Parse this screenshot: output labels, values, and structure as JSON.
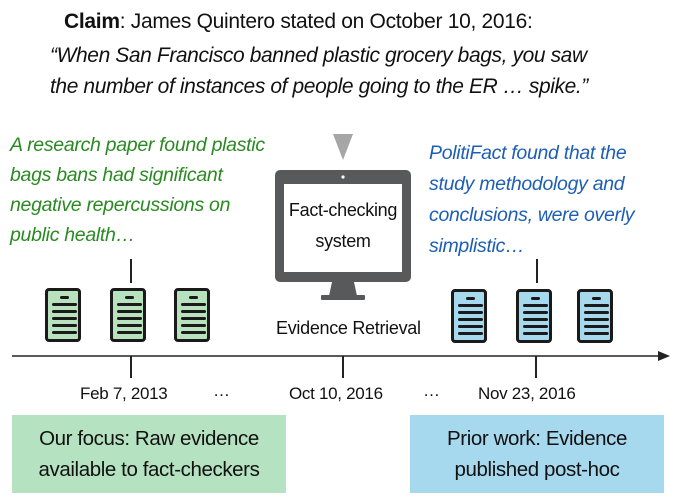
{
  "claim": {
    "label": "Claim",
    "intro": ": James Quintero stated on October 10, 2016:",
    "quote_line1": "“When San Francisco banned plastic grocery bags, you saw",
    "quote_line2": "the number of instances of people going to the ER … spike.”"
  },
  "left_annotation": {
    "lines": [
      "A research paper found plastic",
      "bags bans had significant",
      "negative repercussions on",
      "public health…"
    ],
    "color": "#2a8a22"
  },
  "right_annotation": {
    "lines": [
      "PolitiFact found that the",
      "study methodology and",
      "conclusions, were overly",
      "simplistic…"
    ],
    "color": "#1d5fb5"
  },
  "system": {
    "screen_line1": "Fact-checking",
    "screen_line2": "system",
    "caption": "Evidence Retrieval",
    "monitor_color": "#58595b",
    "arrow_color": "#a6a6a6"
  },
  "timeline": {
    "dates": [
      "Feb 7, 2013",
      "Oct 10, 2016",
      "Nov 23, 2016"
    ],
    "ellipsis": [
      "…",
      "…"
    ],
    "green_docs": 3,
    "blue_docs": 3,
    "green_doc_color": "#b8e2bd",
    "blue_doc_color": "#a6d8ee"
  },
  "boxes": {
    "left": {
      "line1": "Our focus: Raw evidence",
      "line2": "available to fact-checkers",
      "color": "#b5e2c0"
    },
    "right": {
      "line1": "Prior work: Evidence",
      "line2": "published post-hoc",
      "color": "#a6d8ee"
    }
  }
}
